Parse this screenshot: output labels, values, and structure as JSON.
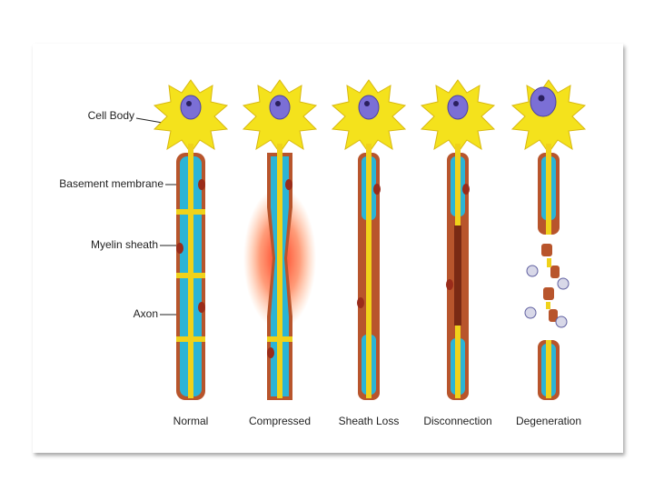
{
  "labels": {
    "cell_body": "Cell Body",
    "basement_membrane": "Basement membrane",
    "myelin_sheath": "Myelin sheath",
    "axon": "Axon"
  },
  "stages": [
    "Normal",
    "Compressed",
    "Sheath Loss",
    "Disconnection",
    "Degeneration"
  ],
  "colors": {
    "soma": "#f4e21c",
    "nucleus": "#7b6fd6",
    "myelin": "#2bb4d6",
    "axon": "#f0d21a",
    "membrane": "#b8552c",
    "compression_glow": "#ff3a1a"
  }
}
